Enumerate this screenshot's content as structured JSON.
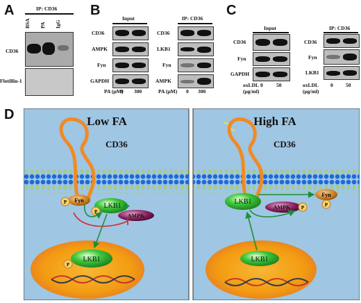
{
  "panels": {
    "a": {
      "letter": "A",
      "ip": "IP: CD36",
      "lanes": [
        "BSA",
        "PA",
        "IgG"
      ],
      "rows": [
        "CD36",
        "Flotillin-1"
      ]
    },
    "b": {
      "letter": "B",
      "input": {
        "title": "Input",
        "rows": [
          "CD36",
          "AMPK",
          "Fyn",
          "GAPDH"
        ]
      },
      "ip": {
        "title": "IP: CD36",
        "rows": [
          "CD36",
          "LKB1",
          "Fyn",
          "AMPK"
        ]
      },
      "axis": "PA (μM)",
      "lanes": [
        "0",
        "300"
      ]
    },
    "c": {
      "letter": "C",
      "input": {
        "title": "Input",
        "rows": [
          "CD36",
          "Fyn",
          "GAPDH"
        ]
      },
      "ip": {
        "title": "IP: CD36",
        "rows": [
          "CD36",
          "Fyn",
          "LKB1"
        ]
      },
      "axis": "oxLDL (μg/ml)",
      "lanes": [
        "0",
        "50"
      ]
    },
    "d": {
      "letter": "D",
      "left": {
        "title": "Low FA",
        "cd36": "CD36",
        "fyn": "Fyn",
        "lkb1": "LKB1",
        "ampk": "AMPK",
        "p": "P",
        "nuclear_lkb1": "LKB1"
      },
      "right": {
        "title": "High FA",
        "cd36": "CD36",
        "fyn": "Fyn",
        "lkb1": "LKB1",
        "ampk": "AMPK",
        "p": "P",
        "nuclear_lkb1": "LKB1"
      }
    }
  }
}
